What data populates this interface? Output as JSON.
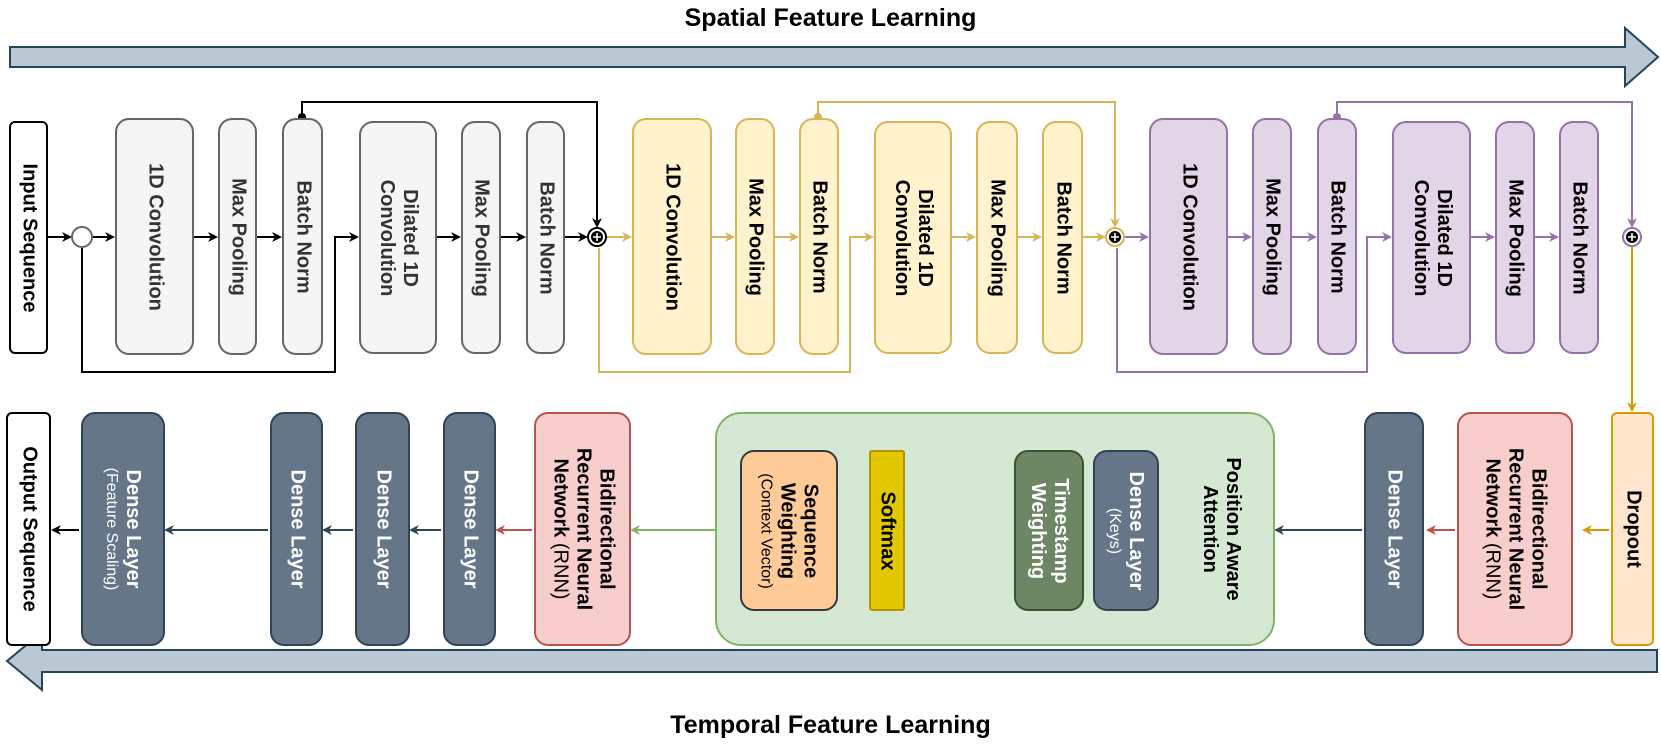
{
  "titles": {
    "spatial": "Spatial Feature Learning",
    "temporal": "Temporal Feature Learning"
  },
  "input_label": "Input Sequence",
  "output_label": "Output Sequence",
  "spatial_blocks": [
    {
      "color": "gray",
      "conv": "1D Convolution",
      "pool1": "Max Pooling",
      "norm1": "Batch Norm",
      "dilated": [
        "Dilated 1D",
        "Convolution"
      ],
      "pool2": "Max Pooling",
      "norm2": "Batch Norm"
    },
    {
      "color": "yellow",
      "conv": "1D Convolution",
      "pool1": "Max Pooling",
      "norm1": "Batch Norm",
      "dilated": [
        "Dilated 1D",
        "Convolution"
      ],
      "pool2": "Max Pooling",
      "norm2": "Batch Norm"
    },
    {
      "color": "purple",
      "conv": "1D Convolution",
      "pool1": "Max Pooling",
      "norm1": "Batch Norm",
      "dilated": [
        "Dilated 1D",
        "Convolution"
      ],
      "pool2": "Max Pooling",
      "norm2": "Batch Norm"
    }
  ],
  "temporal": {
    "dropout": "Dropout",
    "rnn": [
      "Bidirectional",
      "Recurrent Neural"
    ],
    "rnn_tail_bold": "Network",
    "rnn_tail_normal": " (RNN)",
    "dense": "Dense Layer",
    "keys_note": "(Keys)",
    "attention_title": [
      "Position Aware",
      "Attention"
    ],
    "timestamp": [
      "Timestamp",
      "Weighting"
    ],
    "softmax": "Softmax",
    "sequence": [
      "Sequence",
      "Weighting"
    ],
    "context_note": "(Context Vector)",
    "scaling_note": "(Feature Scaling)"
  },
  "colors": {
    "gray_edge": "#000000",
    "yellow_edge": "#d6b656",
    "purple_edge": "#9673a6",
    "slate_edge": "#314354",
    "red_edge": "#b85450",
    "green_edge": "#82b366",
    "orange_edge": "#d79b00",
    "arrow_fill": "#bac8d3",
    "arrow_stroke": "#23445d"
  }
}
